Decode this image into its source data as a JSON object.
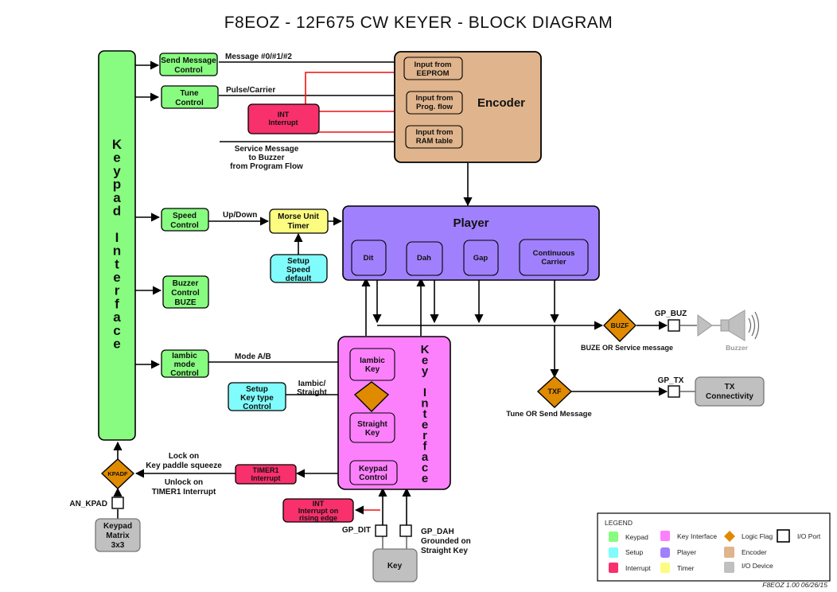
{
  "title": "F8EOZ - 12F675 CW KEYER - BLOCK DIAGRAM",
  "colors": {
    "keypad": "#88fc80",
    "setup": "#80fcfc",
    "interrupt": "#f8306c",
    "key_interface": "#fc80fc",
    "player": "#a080fc",
    "timer": "#fcfc80",
    "encoder": "#e0b48c",
    "logic_flag": "#e08a00",
    "io_device": "#c0c0c0",
    "line_red": "#ee1111"
  },
  "keypad_interface": {
    "label": [
      "K",
      "e",
      "y",
      "p",
      "a",
      "d",
      "",
      "I",
      "n",
      "t",
      "e",
      "r",
      "f",
      "a",
      "c",
      "e"
    ]
  },
  "blocks": {
    "send_message": [
      "Send Message",
      "Control"
    ],
    "tune": [
      "Tune",
      "Control"
    ],
    "int_interrupt": [
      "INT",
      "Interrupt"
    ],
    "speed": [
      "Speed",
      "Control"
    ],
    "morse_timer": [
      "Morse Unit",
      "Timer"
    ],
    "setup_speed": [
      "Setup",
      "Speed",
      "default"
    ],
    "buzzer_control": [
      "Buzzer",
      "Control",
      "BUZE"
    ],
    "iambic_mode": [
      "Iambic",
      "mode",
      "Control"
    ],
    "setup_keytype": [
      "Setup",
      "Key type",
      "Control"
    ],
    "timer1": [
      "TIMER1",
      "Interrupt"
    ],
    "int_rising": [
      "INT",
      "Interrupt on",
      "rising edge"
    ],
    "keypad_matrix": [
      "Keypad",
      "Matrix",
      "3x3"
    ],
    "key": [
      "Key"
    ],
    "tx": [
      "TX",
      "Connectivity"
    ]
  },
  "encoder": {
    "label": "Encoder",
    "inputs": [
      [
        "Input from",
        "EEPROM"
      ],
      [
        "Input from",
        "Prog. flow"
      ],
      [
        "Input from",
        "RAM table"
      ]
    ]
  },
  "player": {
    "label": "Player",
    "items": [
      [
        "Dit"
      ],
      [
        "Dah"
      ],
      [
        "Gap"
      ],
      [
        "Continuous",
        "Carrier"
      ]
    ]
  },
  "key_interface": {
    "label": [
      "K",
      "e",
      "y",
      "",
      "I",
      "n",
      "t",
      "e",
      "r",
      "f",
      "a",
      "c",
      "e"
    ],
    "items": {
      "iambic": [
        "Iambic",
        "Key"
      ],
      "straight": [
        "Straight",
        "Key"
      ],
      "keypad": [
        "Keypad",
        "Control"
      ]
    }
  },
  "flags": {
    "buzf": "BUZF",
    "txf": "TXF",
    "kpadf": "KPADF"
  },
  "ports": {
    "gp_buz": "GP_BUZ",
    "gp_tx": "GP_TX",
    "an_kpad": "AN_KPAD",
    "gp_dit": "GP_DIT",
    "gp_dah": "GP_DAH"
  },
  "labels": {
    "message": "Message #0/#1/#2",
    "pulse": "Pulse/Carrier",
    "service": [
      "Service Message",
      "to Buzzer",
      "from Program Flow"
    ],
    "updown": "Up/Down",
    "modeab": "Mode A/B",
    "iambic_straight": [
      "Iambic/",
      "Straight"
    ],
    "lock": [
      "Lock on",
      "Key paddle squeeze"
    ],
    "unlock": [
      "Unlock on",
      "TIMER1 Interrupt"
    ],
    "buze_or": "BUZE OR Service message",
    "tune_or": "Tune OR Send Message",
    "buzzer": "Buzzer",
    "gp_dah_note": [
      "Grounded on",
      "Straight Key"
    ]
  },
  "legend": {
    "title": "LEGEND",
    "items": [
      "Keypad",
      "Setup",
      "Interrupt",
      "Key Interface",
      "Player",
      "Timer",
      "Logic Flag",
      "Encoder",
      "I/O Device",
      "I/O Port"
    ]
  },
  "version": "F8EOZ 1.00 06/26/15"
}
